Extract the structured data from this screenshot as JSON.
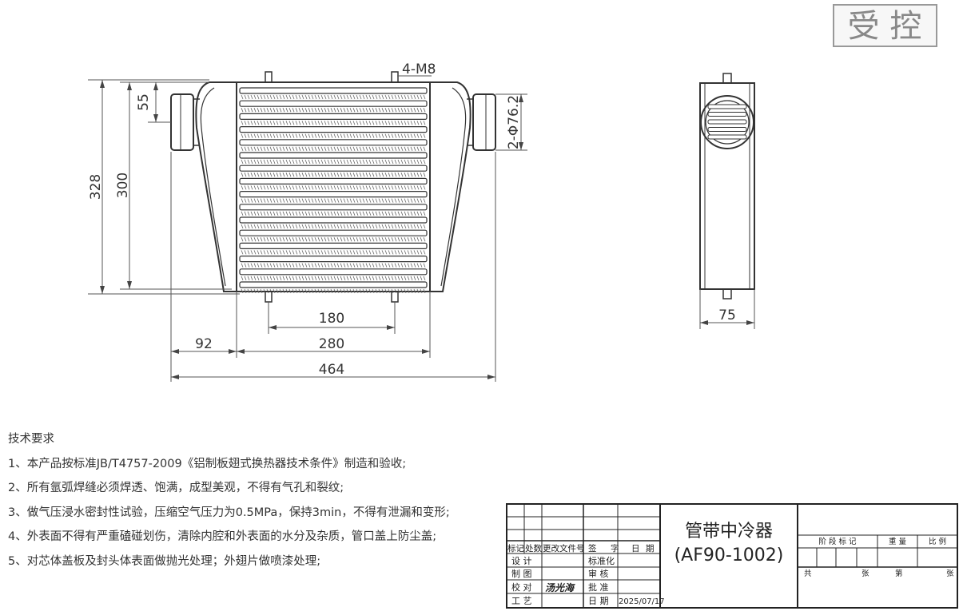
{
  "stamp": "受 控",
  "dimensions": {
    "overall_height": "328",
    "core_height": "300",
    "pipe_offset": "55",
    "mount_bolts": "4-M8",
    "pipe_diameter": "2-Φ76.2",
    "bolt_spacing": "180",
    "core_width": "280",
    "end_tank_width": "92",
    "overall_width": "464",
    "depth": "75"
  },
  "tech_requirements": {
    "title": "技术要求",
    "items": [
      "1、本产品按标准JB/T4757-2009《铝制板翅式换热器技术条件》制造和验收;",
      "2、所有氩弧焊缝必须焊透、饱满，成型美观，不得有气孔和裂纹;",
      "3、做气压浸水密封性试验，压缩空气压力为0.5MPa，保持3min，不得有泄漏和变形;",
      "4、外表面不得有严重磕碰划伤，清除内腔和外表面的水分及杂质，管口盖上防尘盖;",
      "5、对芯体盖板及封头体表面做抛光处理；外翅片做喷漆处理;"
    ]
  },
  "title_block": {
    "part_name": "管带中冷器",
    "part_number": "(AF90-1002)",
    "header_cells": [
      "标记",
      "处数",
      "更改文件号",
      "签",
      "字",
      "日",
      "期"
    ],
    "rows": [
      {
        "label": "设  计",
        "mid": "标准化"
      },
      {
        "label": "制  图",
        "mid": "审  核"
      },
      {
        "label": "校  对",
        "name": "汤光海",
        "mid": "批  准"
      },
      {
        "label": "工  艺",
        "mid": "日  期",
        "date": "2025/07/17"
      }
    ],
    "right_headers": [
      "阶 段 标 记",
      "重  量",
      "比  例"
    ],
    "right_footer": [
      "共",
      "张",
      "第",
      "张"
    ]
  }
}
